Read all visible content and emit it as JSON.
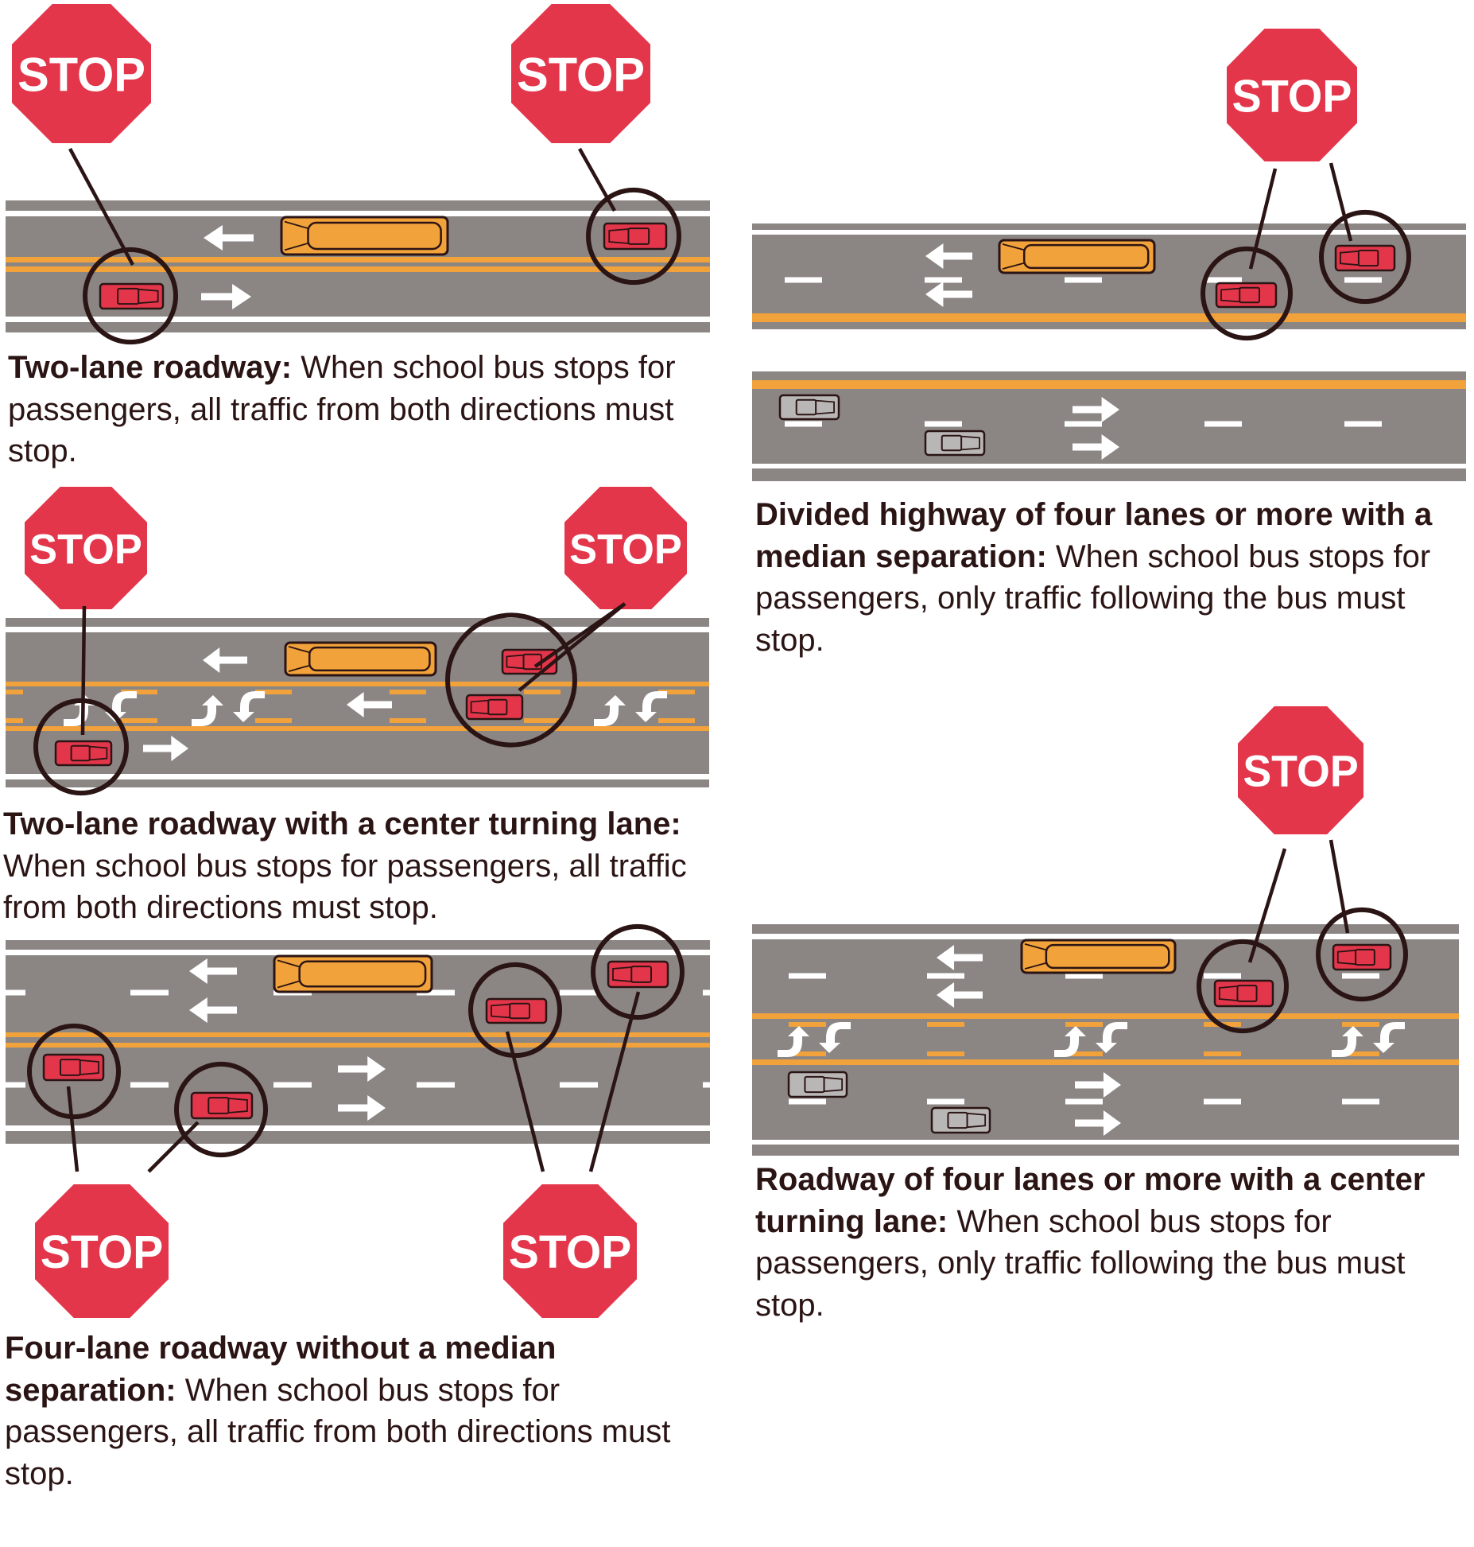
{
  "title": "School bus stopping rules by roadway type",
  "colors": {
    "road": "#8b8684",
    "lane_white": "#ffffff",
    "lane_yellow": "#f2a23a",
    "stop_sign": "#e3364b",
    "car_stopped": "#e3364b",
    "car_moving": "#b9b7b6",
    "bus": "#f2a23a",
    "outline": "#2b1414",
    "text": "#2b1414"
  },
  "stop_sign_label": "STOP",
  "icons": {
    "stop_sign": "stop-sign-icon",
    "school_bus": "school-bus-icon",
    "stopped_car": "stopped-car-icon",
    "moving_car": "moving-car-icon",
    "direction_arrow": "direction-arrow-icon",
    "turn_arrow": "turn-arrow-icon",
    "highlight_circle": "highlight-circle"
  },
  "panels": [
    {
      "id": "two-lane",
      "lead": "Two-lane roadway:",
      "body": " When school bus stops for passengers, all traffic from both directions must stop.",
      "stop_signs": 2,
      "stopped_cars": 2,
      "moving_cars": 0,
      "rule": "all traffic from both directions must stop"
    },
    {
      "id": "two-lane-center-turn",
      "lead": "Two-lane roadway with a center turning lane:",
      "body": " When school bus stops for passengers, all traffic from both directions must stop.",
      "stop_signs": 2,
      "stopped_cars": 3,
      "moving_cars": 0,
      "rule": "all traffic from both directions must stop"
    },
    {
      "id": "four-lane-no-median",
      "lead": "Four-lane roadway without a median separation:",
      "body": " When school bus stops for passengers, all traffic from both directions must stop.",
      "stop_signs": 2,
      "stopped_cars": 4,
      "moving_cars": 0,
      "rule": "all traffic from both directions must stop"
    },
    {
      "id": "divided-highway",
      "lead": "Divided highway of four lanes or more with a median separation:",
      "body": " When school bus stops for passengers, only traffic following the bus must stop.",
      "stop_signs": 1,
      "stopped_cars": 2,
      "moving_cars": 2,
      "rule": "only traffic following the bus must stop"
    },
    {
      "id": "four-lane-center-turn",
      "lead": "Roadway of four lanes or more with a center turning lane:",
      "body": " When school bus stops for passengers, only traffic following the bus must stop.",
      "stop_signs": 1,
      "stopped_cars": 2,
      "moving_cars": 2,
      "rule": "only traffic following the bus must stop"
    }
  ]
}
